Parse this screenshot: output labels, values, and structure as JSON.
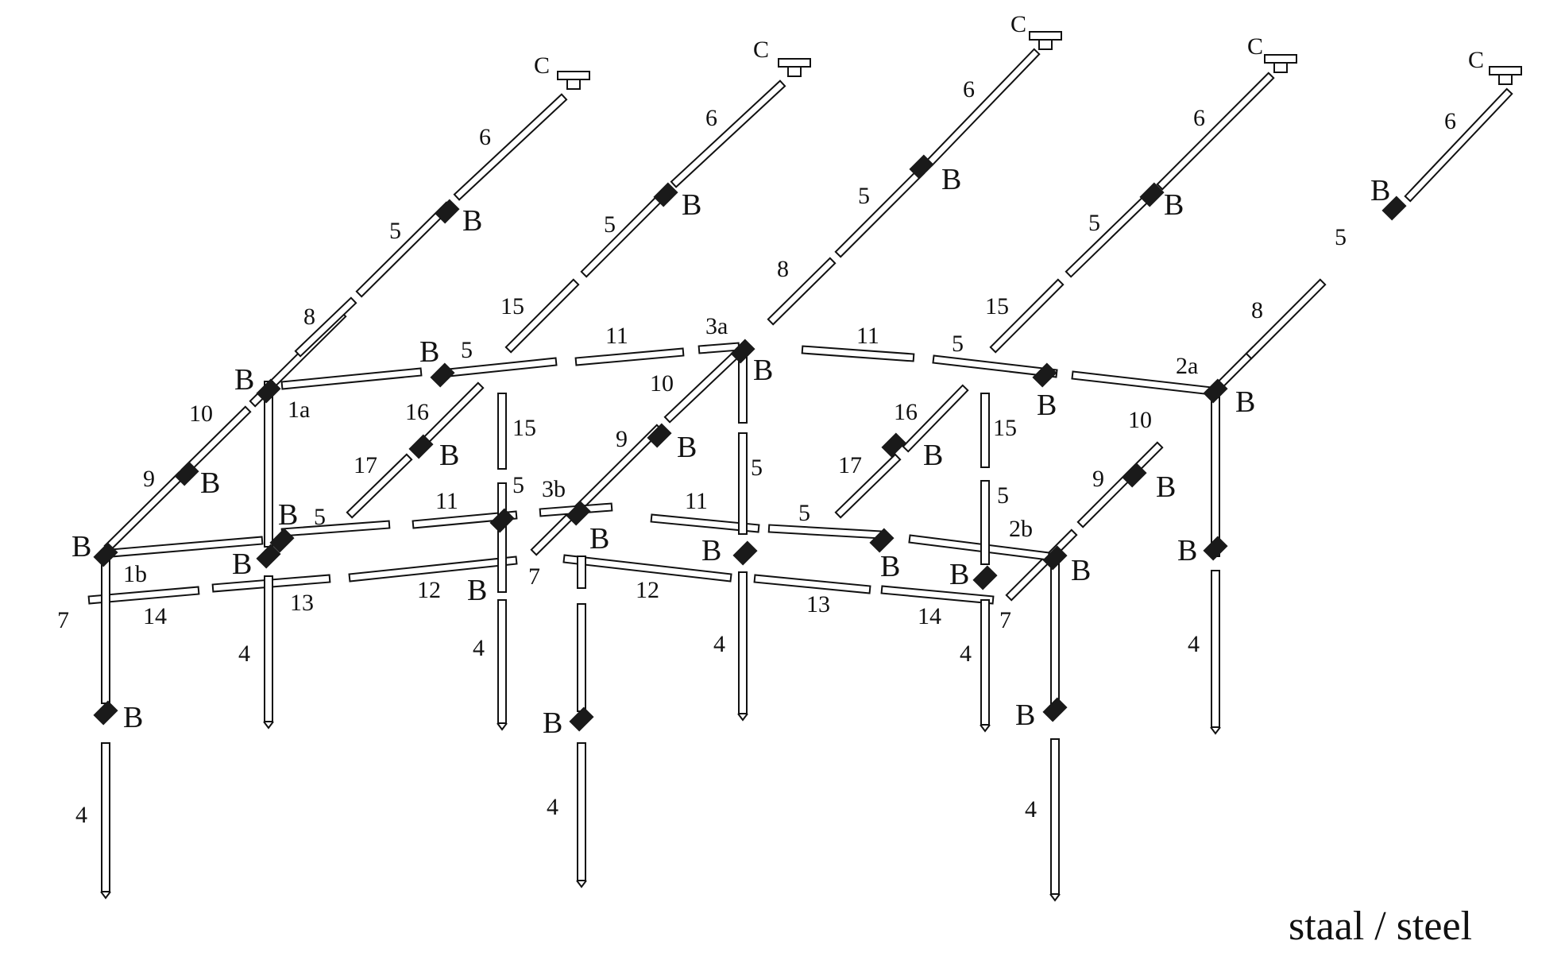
{
  "caption": "staal / steel",
  "part_labels": {
    "c": "C",
    "b": "B",
    "p1a": "1a",
    "p1b": "1b",
    "p2a": "2a",
    "p2b": "2b",
    "p3a": "3a",
    "p3b": "3b",
    "p4": "4",
    "p5": "5",
    "p6": "6",
    "p7": "7",
    "p8": "8",
    "p9": "9",
    "p10": "10",
    "p11": "11",
    "p12": "12",
    "p13": "13",
    "p14": "14",
    "p15": "15",
    "p16": "16",
    "p17": "17"
  }
}
